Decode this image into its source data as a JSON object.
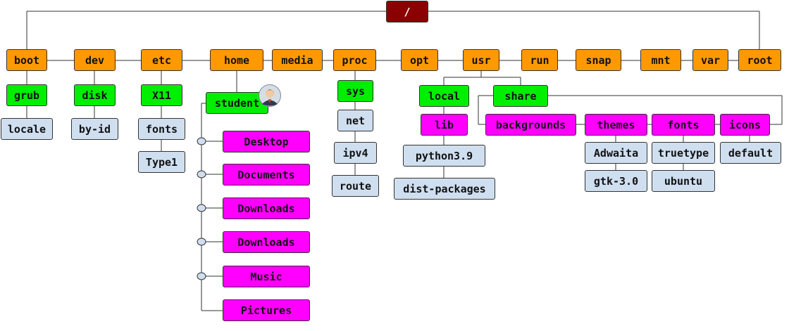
{
  "colors": {
    "root": "#8b0000",
    "top_level": "#ff9900",
    "second_level": "#00ee00",
    "highlight": "#ff00ff",
    "leaf": "#cfdff0",
    "line": "#333333"
  },
  "nodes": {
    "root": "/",
    "boot": "boot",
    "dev": "dev",
    "etc": "etc",
    "home": "home",
    "media": "media",
    "proc": "proc",
    "opt": "opt",
    "usr": "usr",
    "run": "run",
    "snap": "snap",
    "mnt": "mnt",
    "var": "var",
    "rootdir": "root",
    "grub": "grub",
    "locale": "locale",
    "disk": "disk",
    "byid": "by-id",
    "x11": "X11",
    "fonts_etc": "fonts",
    "type1": "Type1",
    "student": "student",
    "desktop": "Desktop",
    "documents": "Documents",
    "downloads1": "Downloads",
    "downloads2": "Downloads",
    "music": "Music",
    "pictures": "Pictures",
    "sys": "sys",
    "net": "net",
    "ipv4": "ipv4",
    "route": "route",
    "local": "local",
    "lib": "lib",
    "python": "python3.9",
    "distpkg": "dist-packages",
    "share": "share",
    "backgrounds": "backgrounds",
    "themes": "themes",
    "adwaita": "Adwaita",
    "gtk": "gtk-3.0",
    "fonts_share": "fonts",
    "truetype": "truetype",
    "ubuntu": "ubuntu",
    "icons": "icons",
    "default": "default"
  },
  "avatar_icon": "user-avatar-icon"
}
